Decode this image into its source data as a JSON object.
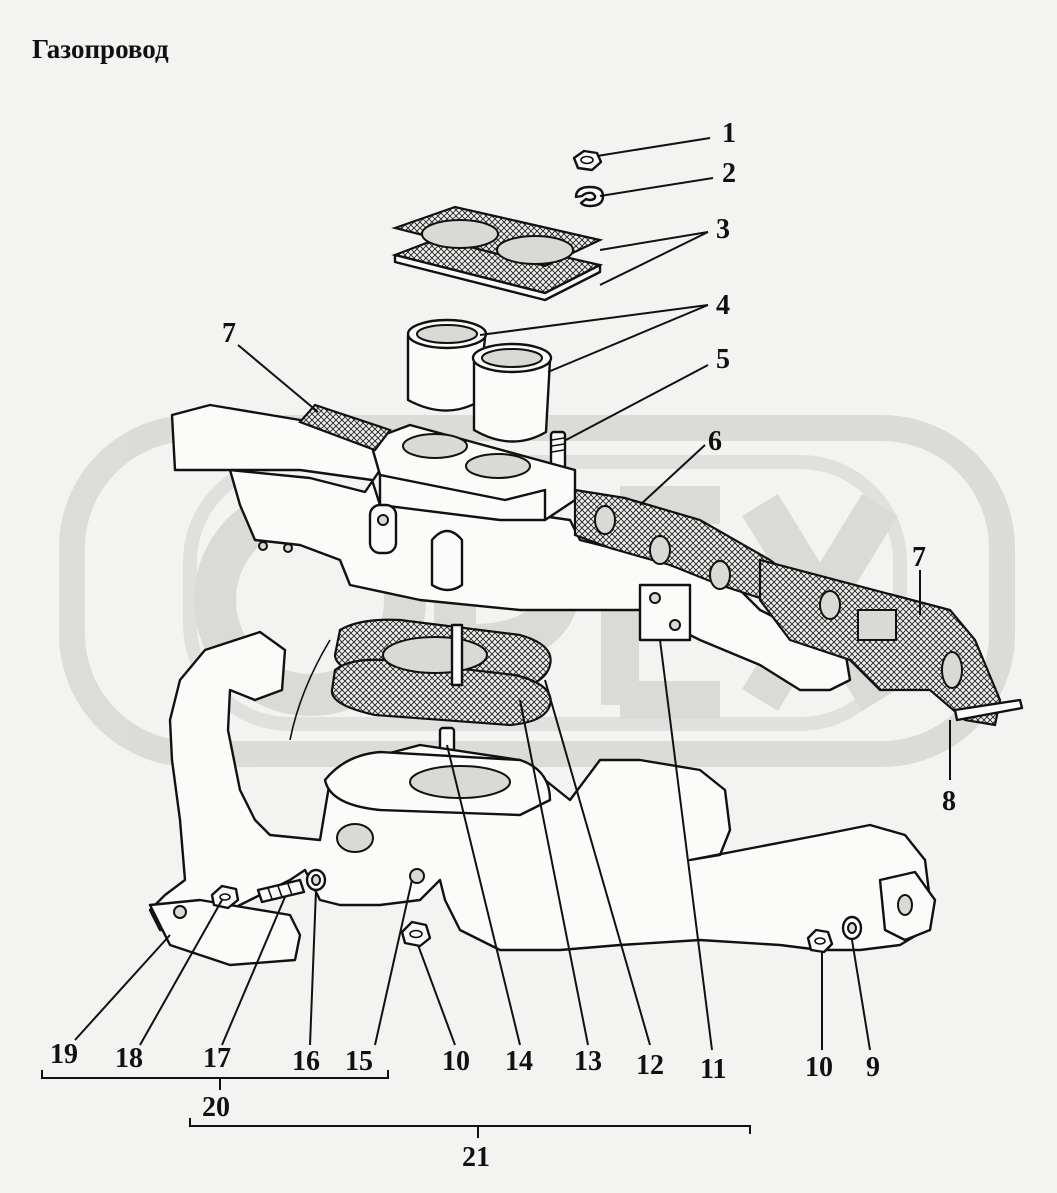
{
  "title": "Газопровод",
  "watermark": "OPEX",
  "callouts": [
    "1",
    "2",
    "3",
    "4",
    "5",
    "6",
    "7",
    "7",
    "8",
    "9",
    "10",
    "10",
    "11",
    "12",
    "13",
    "14",
    "15",
    "16",
    "17",
    "18",
    "19",
    "20",
    "21"
  ]
}
